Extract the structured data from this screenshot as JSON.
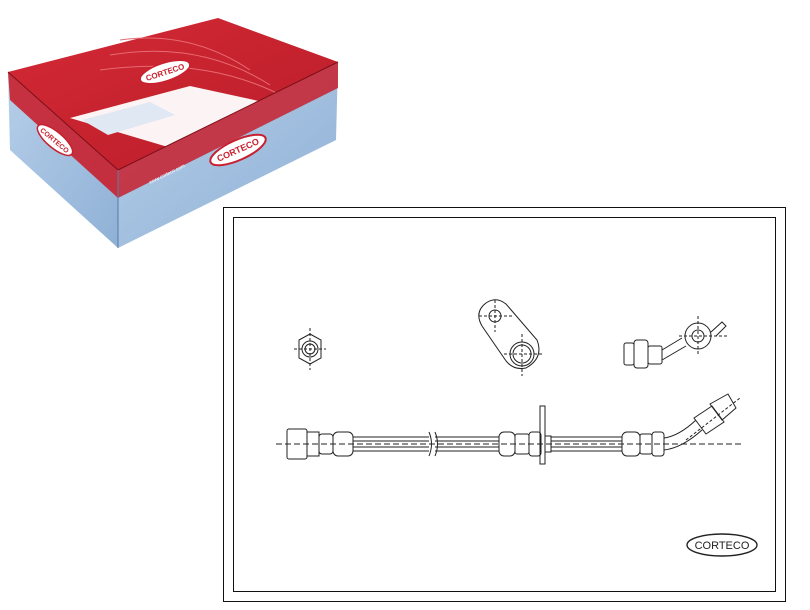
{
  "product": {
    "brand": "CORTECO",
    "box_website": "www.corteco.com"
  },
  "drawing": {
    "brand_logo_text": "CORTECO"
  },
  "colors": {
    "box_red": "#c8202e",
    "box_blue": "#a9c4e2",
    "line": "#222222"
  },
  "icons": [
    "product-box-image",
    "brake-hose-technical-drawing",
    "corteco-logo"
  ]
}
